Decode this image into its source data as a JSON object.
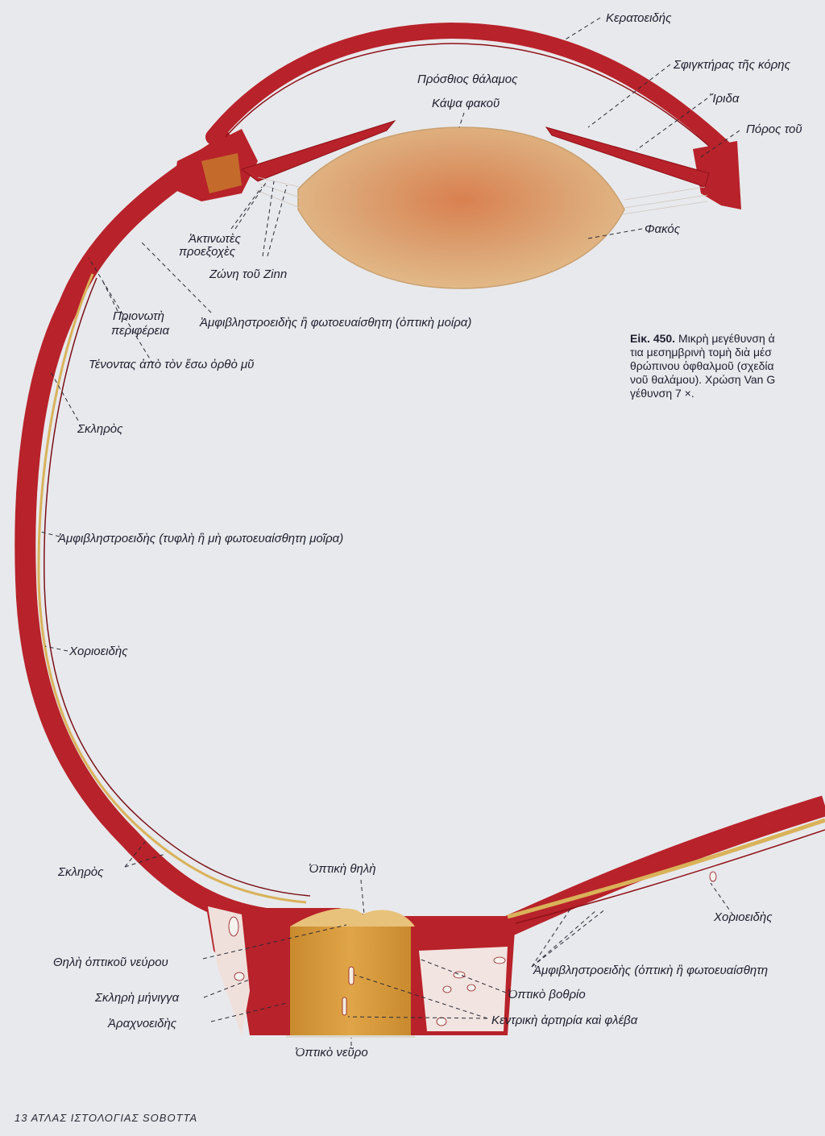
{
  "labels": {
    "kerato": "Κερατοειδής",
    "sfigktiras": "Σφιγκτήρας τῆς κόρης",
    "irida": "Ἴριδα",
    "poros": "Πόρος τοῦ",
    "prosthios": "Πρόσθιος θάλαμος",
    "kapsa": "Κάψα φακοῦ",
    "fakos": "Φακός",
    "aktinotes_1": "Ἀκτινωτὲς",
    "aktinotes_2": "προεξοχὲς",
    "zoni": "Ζώνη τοῦ Zinn",
    "prionoti_1": "Πριονωτὴ",
    "prionoti_2": "περιφέρεια",
    "amfi_optiki": "Ἀμφιβληστροειδὴς ἢ φωτοευαίσθητη (ὀπτικὴ μοίρα)",
    "tenontas": "Τένοντας ἀπὸ τὸν ἔσω ὀρθὸ μῦ",
    "skliros_top": "Σκληρὸς",
    "amfi_tyfli": "Ἀμφιβληστροειδὴς (τυφλὴ ἢ μὴ φωτοευαίσθητη μοῖρα)",
    "chorio_left": "Χοριοειδὴς",
    "skliros_bottom": "Σκληρὸς",
    "optiki_thili": "Ὀπτικὴ θηλὴ",
    "chorio_right": "Χοριοειδὴς",
    "thili_neurou": "Θηλὴ ὀπτικοῦ νεύρου",
    "sklhri_mhniga": "Σκληρὴ μήνιγγα",
    "arachno": "Ἀραχνοειδὴς",
    "amfi_bottom": "Ἀμφιβληστροειδὴς (ὀπτικὴ ἢ φωτοευαίσθητη",
    "optiko_vothrio": "Ὀπτικὸ βοθρίο",
    "kentriki": "Κεντρικὴ ἀρτηρία καὶ φλέβα",
    "optiko_neuro": "Ὀπτικὸ νεῦρο"
  },
  "caption": {
    "fig": "Εἰκ. 450.",
    "line1": "Μικρὴ μεγέθυνση ἀ",
    "line2": "τια μεσημβρινὴ τομὴ διὰ μέσ",
    "line3": "θρώπινου ὀφθαλμοῦ (σχεδία",
    "line4": "νοῦ θαλάμου). Χρώση Van G",
    "line5": "γέθυνση 7 ×."
  },
  "footer": "13 ΑΤΛΑΣ ΙΣΤΟΛΟΓΙΑΣ SOBOTTA",
  "colors": {
    "page": "#e8e9ec",
    "sclera": "#b8222a",
    "sclera_dark": "#8f1219",
    "retina": "#d9b25a",
    "lens": "#e0b57e",
    "lens_center": "#d98a55",
    "nerve": "#d59a3c"
  }
}
